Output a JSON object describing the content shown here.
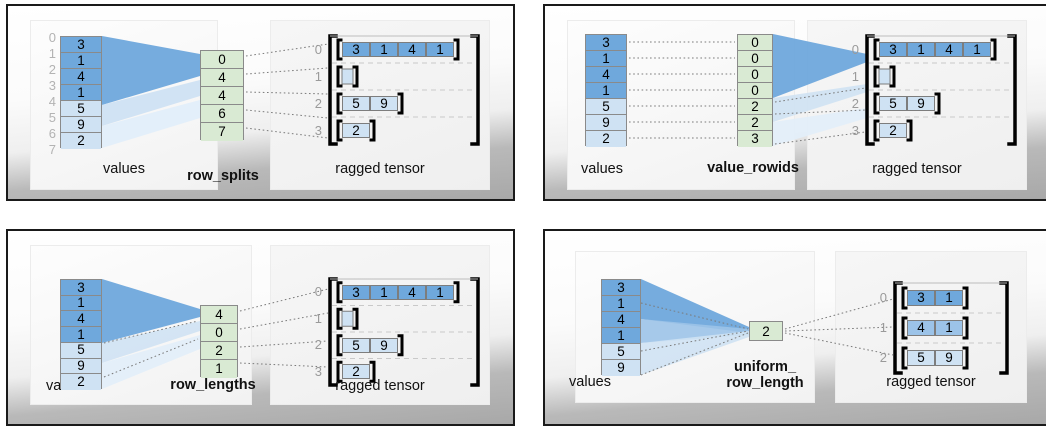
{
  "colors": {
    "blue_dark": "#6fa8dc",
    "blue_mid": "#9cc3e8",
    "blue_light": "#cfe2f3",
    "blue_vlight": "#e2eefa",
    "green": "#d9ead3",
    "cell_border": "#8a8a8a",
    "bracket": "#000000",
    "tick_gray": "#b3b3b3",
    "index_gray": "#9a9a9a",
    "card_border": "#1a1a1a",
    "dotted": "#7a7a7a"
  },
  "common": {
    "values_caption": "values",
    "ragged_caption": "ragged tensor"
  },
  "panels": [
    {
      "id": "row_splits",
      "param_caption": "row_splits",
      "values": [
        "3",
        "1",
        "4",
        "1",
        "5",
        "9",
        "2"
      ],
      "value_shades": [
        "dark",
        "dark",
        "dark",
        "dark",
        "light",
        "light",
        "light"
      ],
      "tick_labels": [
        "0",
        "1",
        "2",
        "3",
        "4",
        "5",
        "6",
        "7"
      ],
      "param_values": [
        "0",
        "4",
        "4",
        "6",
        "7"
      ],
      "ragged_rows": [
        {
          "index": "0",
          "cells": [
            "3",
            "1",
            "4",
            "1"
          ],
          "shade": "dark"
        },
        {
          "index": "1",
          "cells": [],
          "shade": "light"
        },
        {
          "index": "2",
          "cells": [
            "5",
            "9"
          ],
          "shade": "light"
        },
        {
          "index": "3",
          "cells": [
            "2"
          ],
          "shade": "light"
        }
      ]
    },
    {
      "id": "value_rowids",
      "param_caption": "value_rowids",
      "values": [
        "3",
        "1",
        "4",
        "1",
        "5",
        "9",
        "2"
      ],
      "value_shades": [
        "dark",
        "dark",
        "dark",
        "dark",
        "light",
        "light",
        "light"
      ],
      "tick_labels": [],
      "param_values": [
        "0",
        "0",
        "0",
        "0",
        "2",
        "2",
        "3"
      ],
      "ragged_rows": [
        {
          "index": "0",
          "cells": [
            "3",
            "1",
            "4",
            "1"
          ],
          "shade": "dark"
        },
        {
          "index": "1",
          "cells": [],
          "shade": "light"
        },
        {
          "index": "2",
          "cells": [
            "5",
            "9"
          ],
          "shade": "light"
        },
        {
          "index": "3",
          "cells": [
            "2"
          ],
          "shade": "light"
        }
      ]
    },
    {
      "id": "row_lengths",
      "param_caption": "row_lengths",
      "values": [
        "3",
        "1",
        "4",
        "1",
        "5",
        "9",
        "2"
      ],
      "value_shades": [
        "dark",
        "dark",
        "dark",
        "dark",
        "light",
        "light",
        "light"
      ],
      "tick_labels": [],
      "param_values": [
        "4",
        "0",
        "2",
        "1"
      ],
      "ragged_rows": [
        {
          "index": "0",
          "cells": [
            "3",
            "1",
            "4",
            "1"
          ],
          "shade": "dark"
        },
        {
          "index": "1",
          "cells": [],
          "shade": "light"
        },
        {
          "index": "2",
          "cells": [
            "5",
            "9"
          ],
          "shade": "light"
        },
        {
          "index": "3",
          "cells": [
            "2"
          ],
          "shade": "light"
        }
      ]
    },
    {
      "id": "uniform_row_length",
      "param_caption": "uniform_\nrow_length",
      "values": [
        "3",
        "1",
        "4",
        "1",
        "5",
        "9"
      ],
      "value_shades": [
        "dark",
        "dark",
        "dark",
        "dark",
        "light",
        "light"
      ],
      "tick_labels": [],
      "param_values": [
        "2"
      ],
      "ragged_rows": [
        {
          "index": "0",
          "cells": [
            "3",
            "1"
          ],
          "shade": "dark"
        },
        {
          "index": "1",
          "cells": [
            "4",
            "1"
          ],
          "shade": "mid"
        },
        {
          "index": "2",
          "cells": [
            "5",
            "9"
          ],
          "shade": "light"
        }
      ]
    }
  ]
}
